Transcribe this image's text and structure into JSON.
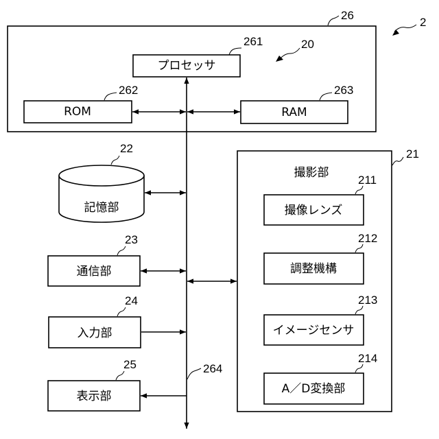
{
  "figure": {
    "ref": "2",
    "controller": {
      "ref": "26",
      "group_ref": "20",
      "processor": {
        "label": "プロセッサ",
        "ref": "261"
      },
      "rom": {
        "label": "ROM",
        "ref": "262"
      },
      "ram": {
        "label": "RAM",
        "ref": "263"
      }
    },
    "bus": {
      "ref": "264"
    },
    "storage": {
      "label": "記憶部",
      "ref": "22"
    },
    "communication": {
      "label": "通信部",
      "ref": "23"
    },
    "input": {
      "label": "入力部",
      "ref": "24"
    },
    "display": {
      "label": "表示部",
      "ref": "25"
    },
    "imaging": {
      "label": "撮影部",
      "ref": "21",
      "lens": {
        "label": "撮像レンズ",
        "ref": "211"
      },
      "adjust": {
        "label": "調整機構",
        "ref": "212"
      },
      "sensor": {
        "label": "イメージセンサ",
        "ref": "213"
      },
      "adc": {
        "label": "A／D変換部",
        "ref": "214"
      }
    }
  }
}
